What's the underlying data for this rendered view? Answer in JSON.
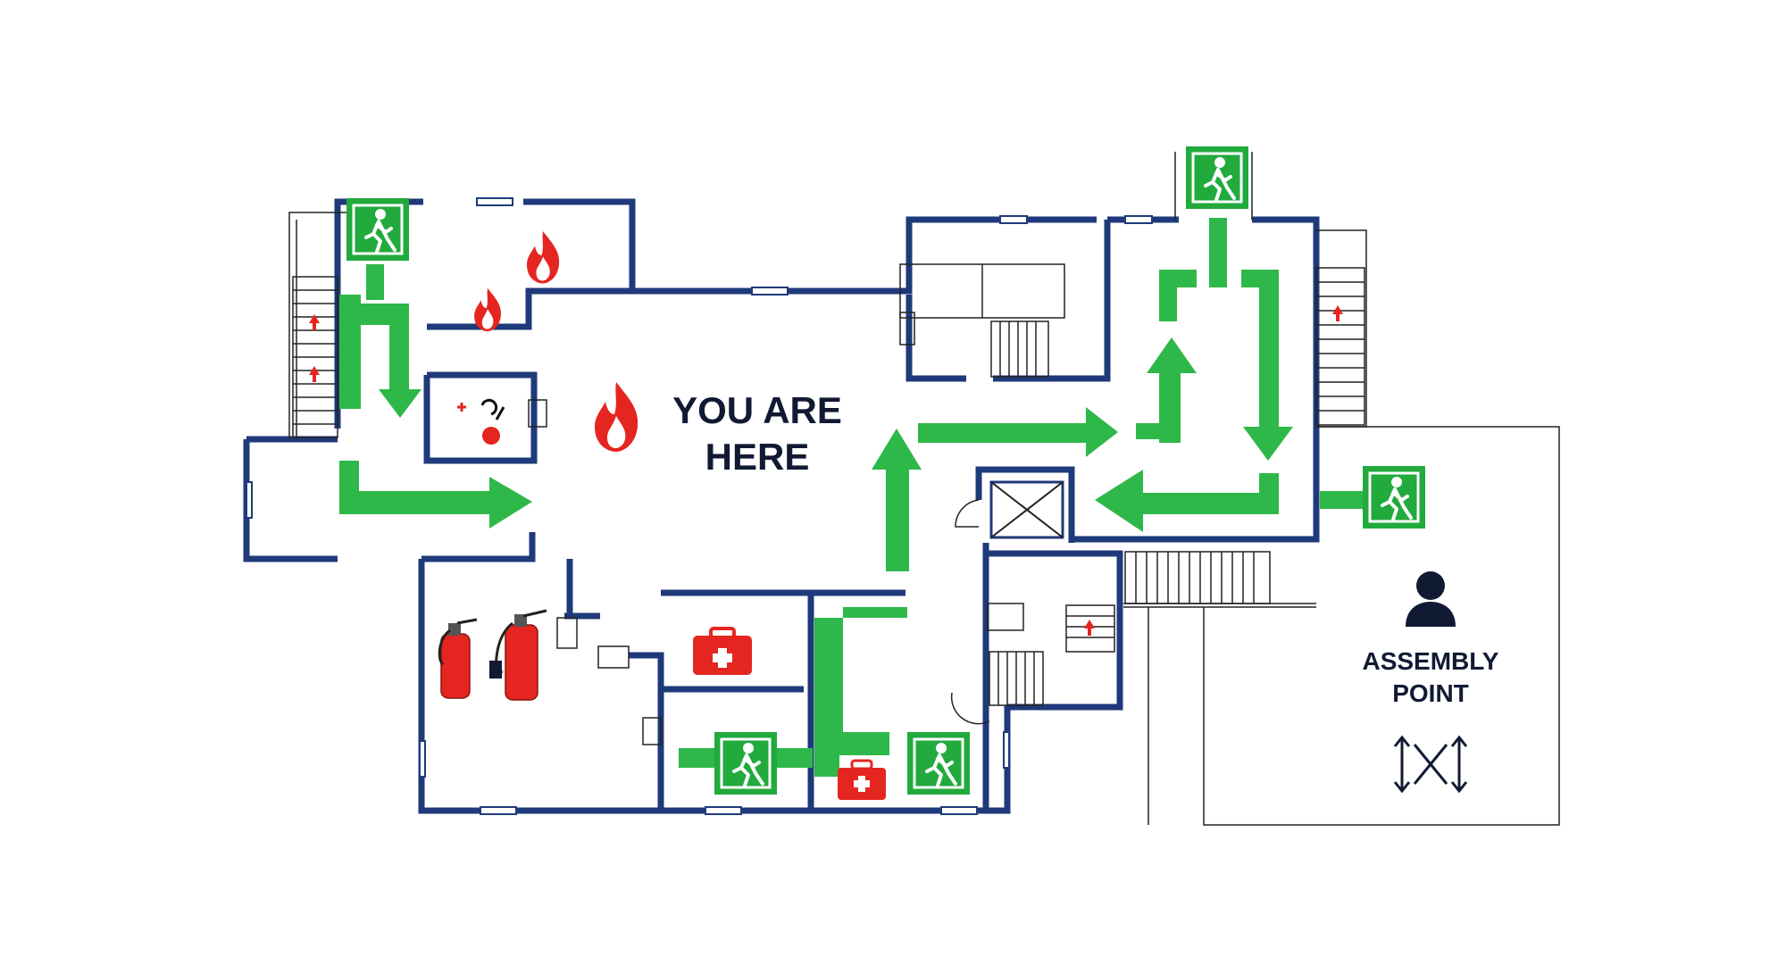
{
  "labels": {
    "you_are_here_line1": "YOU ARE",
    "you_are_here_line2": "HERE",
    "assembly_line1": "ASSEMBLY",
    "assembly_line2": "POINT"
  },
  "colors": {
    "wall": "#1f3a7a",
    "route_green": "#2fb84a",
    "exit_sign_green": "#22aa3d",
    "fire_red": "#e52620",
    "first_aid_red": "#e52620",
    "text": "#111a33"
  },
  "icons": [
    "exit-sign-icon",
    "fire-icon",
    "fire-extinguisher-icon",
    "first-aid-kit-icon",
    "fire-alarm-icon",
    "elevator-icon",
    "person-icon",
    "stairs-icon",
    "direction-arrow-icon"
  ]
}
